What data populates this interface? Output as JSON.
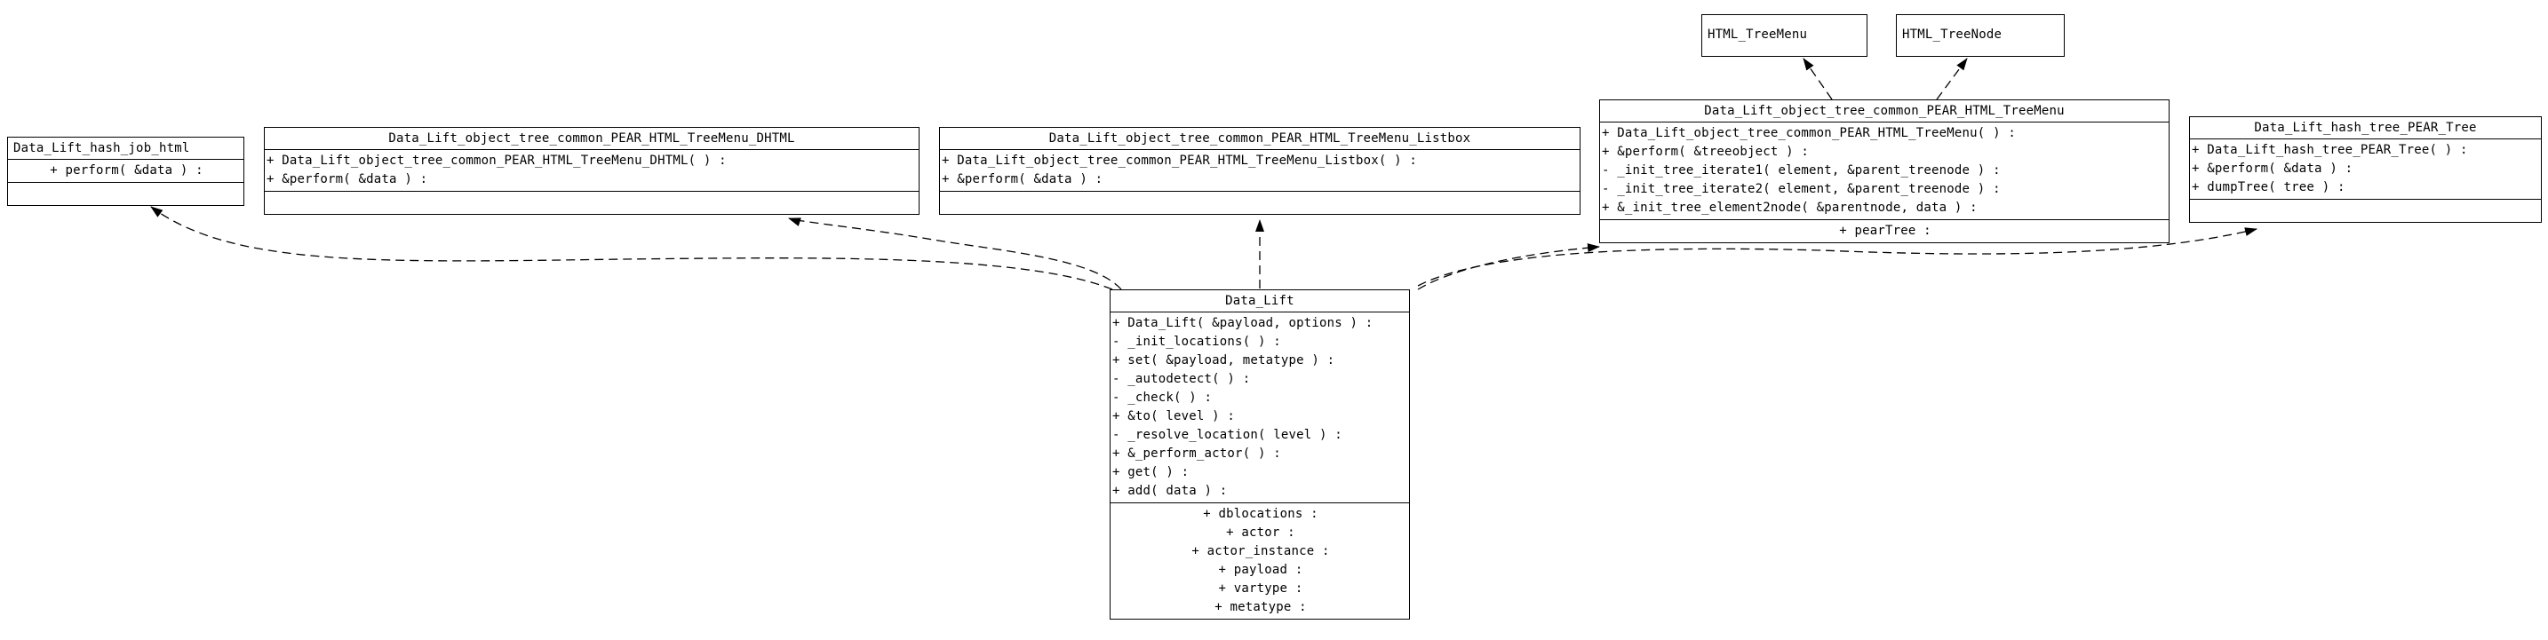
{
  "classes": {
    "hash_job_html": {
      "name": "Data_Lift_hash_job_html",
      "methods": [
        "+ perform( &data ) :"
      ],
      "attributes": []
    },
    "dhtml": {
      "name": "Data_Lift_object_tree_common_PEAR_HTML_TreeMenu_DHTML",
      "methods": [
        "+ Data_Lift_object_tree_common_PEAR_HTML_TreeMenu_DHTML( ) :",
        "+ &perform( &data ) :"
      ],
      "attributes": []
    },
    "listbox": {
      "name": "Data_Lift_object_tree_common_PEAR_HTML_TreeMenu_Listbox",
      "methods": [
        "+ Data_Lift_object_tree_common_PEAR_HTML_TreeMenu_Listbox( ) :",
        "+ &perform( &data ) :"
      ],
      "attributes": []
    },
    "treemenu_ext": {
      "name": "HTML_TreeMenu",
      "methods": [],
      "attributes": []
    },
    "treenode_ext": {
      "name": "HTML_TreeNode",
      "methods": [],
      "attributes": []
    },
    "treemenu": {
      "name": "Data_Lift_object_tree_common_PEAR_HTML_TreeMenu",
      "methods": [
        "+ Data_Lift_object_tree_common_PEAR_HTML_TreeMenu( ) :",
        "+ &perform( &treeobject ) :",
        "- _init_tree_iterate1( element, &parent_treenode ) :",
        "- _init_tree_iterate2( element, &parent_treenode ) :",
        "+ &_init_tree_element2node( &parentnode, data ) :"
      ],
      "attributes": [
        "+ pearTree :"
      ]
    },
    "pear_tree": {
      "name": "Data_Lift_hash_tree_PEAR_Tree",
      "methods": [
        "+ Data_Lift_hash_tree_PEAR_Tree( ) :",
        "+ &perform( &data ) :",
        "+ dumpTree( tree ) :"
      ],
      "attributes": []
    },
    "data_lift": {
      "name": "Data_Lift",
      "methods": [
        "+ Data_Lift( &payload, options ) :",
        "- _init_locations( ) :",
        "+ set( &payload, metatype ) :",
        "- _autodetect( ) :",
        "- _check( ) :",
        "+ &to( level ) :",
        "- _resolve_location( level ) :",
        "+ &_perform_actor( ) :",
        "+ get( ) :",
        "+ add( data ) :"
      ],
      "attributes": [
        "+ dblocations :",
        "+ actor :",
        "+ actor_instance :",
        "+ payload :",
        "+ vartype :",
        "+ metatype :"
      ]
    }
  }
}
